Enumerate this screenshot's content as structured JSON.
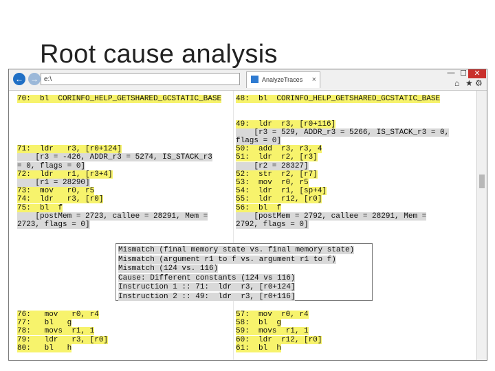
{
  "slide": {
    "title": "Root cause analysis"
  },
  "browser": {
    "address": "e:\\",
    "tab_title": "AnalyzeTraces",
    "tab_close": "×",
    "back_icon": "back-arrow-icon",
    "forward_icon": "forward-arrow-icon",
    "min": "—",
    "max": "☐",
    "close": "✕",
    "home": "⌂",
    "star": "★",
    "gear": "⚙"
  },
  "left": [
    {
      "text": "70:  bl  CORINFO_HELP_GETSHARED_GCSTATIC_BASE",
      "hl": "y"
    },
    {
      "text": "",
      "hl": ""
    },
    {
      "text": "",
      "hl": ""
    },
    {
      "text": "",
      "hl": ""
    },
    {
      "text": "",
      "hl": ""
    },
    {
      "text": "",
      "hl": ""
    },
    {
      "text": "71:  ldr   r3, [r0+124]",
      "hl": "y"
    },
    {
      "text": "    [r3 = -426, ADDR_r3 = 5274, IS_STACK_r3",
      "hl": "g"
    },
    {
      "text": "= 0, flags = 0]",
      "hl": "g"
    },
    {
      "text": "72:  ldr   r1, [r3+4]",
      "hl": "y"
    },
    {
      "text": "    [r1 = 28290]",
      "hl": "g"
    },
    {
      "text": "73:  mov   r0, r5",
      "hl": "y"
    },
    {
      "text": "74:  ldr   r3, [r0]",
      "hl": "y"
    },
    {
      "text": "75:  bl  f",
      "hl": "y"
    },
    {
      "text": "    [postMem = 2723, callee = 28291, Mem =",
      "hl": "g"
    },
    {
      "text": "2723, flags = 0]",
      "hl": "g"
    }
  ],
  "right": [
    {
      "text": "48:  bl  CORINFO_HELP_GETSHARED_GCSTATIC_BASE",
      "hl": "y"
    },
    {
      "text": "",
      "hl": ""
    },
    {
      "text": "",
      "hl": ""
    },
    {
      "text": "49:  ldr  r3, [r0+116]",
      "hl": "y"
    },
    {
      "text": "    [r3 = 529, ADDR_r3 = 5266, IS_STACK_r3 = 0,",
      "hl": "g"
    },
    {
      "text": "flags = 0]",
      "hl": "g"
    },
    {
      "text": "50:  add  r3, r3, 4",
      "hl": "y"
    },
    {
      "text": "51:  ldr  r2, [r3]",
      "hl": "y"
    },
    {
      "text": "    [r2 = 28327]",
      "hl": "g"
    },
    {
      "text": "52:  str  r2, [r7]",
      "hl": "y"
    },
    {
      "text": "53:  mov  r0, r5",
      "hl": "y"
    },
    {
      "text": "54:  ldr  r1, [sp+4]",
      "hl": "y"
    },
    {
      "text": "55:  ldr  r12, [r0]",
      "hl": "y"
    },
    {
      "text": "56:  bl  f",
      "hl": "y"
    },
    {
      "text": "    [postMem = 2792, callee = 28291, Mem =",
      "hl": "g"
    },
    {
      "text": "2792, flags = 0]",
      "hl": "g"
    }
  ],
  "mismatch": [
    "Mismatch (final memory state vs. final memory state)",
    "Mismatch (argument r1 to f vs. argument r1 to f)",
    "Mismatch (124 vs. 116)",
    "Cause: Different constants (124 vs 116)",
    "Instruction 1 :: 71:  ldr  r3, [r0+124]",
    "Instruction 2 :: 49:  ldr  r3, [r0+116]"
  ],
  "left_bottom": [
    "76:   mov   r0, r4",
    "77:   bl   g",
    "78:   movs  r1, 1",
    "79:   ldr   r3, [r0]",
    "80:   bl   h"
  ],
  "right_bottom": [
    "57:  mov  r0, r4",
    "58:  bl  g",
    "59:  movs  r1, 1",
    "60:  ldr  r12, [r0]",
    "61:  bl  h"
  ],
  "colors": {
    "highlight": "#f7f36c",
    "gray": "#d9d9d9"
  }
}
